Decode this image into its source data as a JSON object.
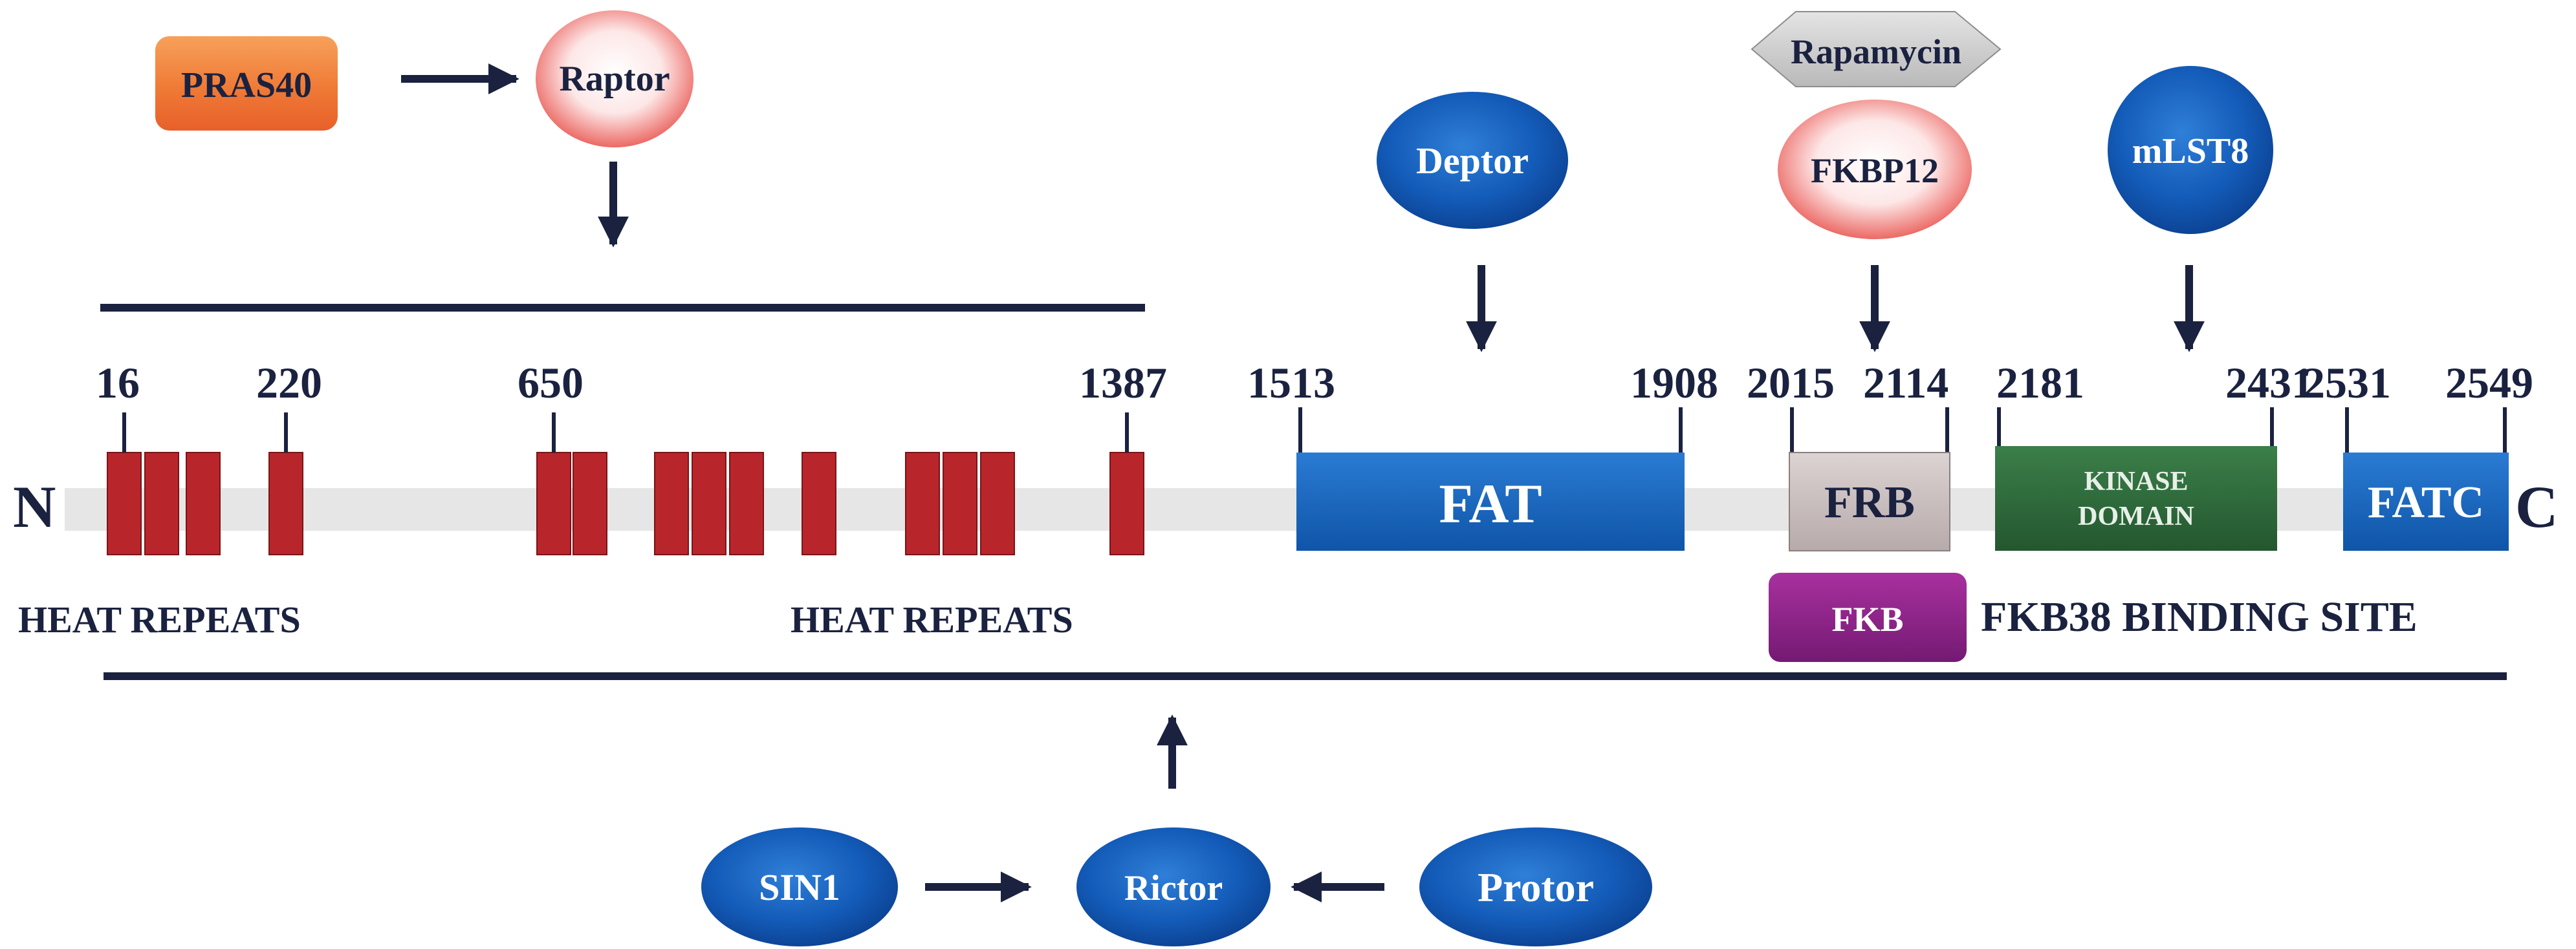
{
  "terminals": {
    "n": "N",
    "c": "C"
  },
  "regulators": {
    "pras40": "PRAS40",
    "raptor": "Raptor",
    "deptor": "Deptor",
    "rapamycin": "Rapamycin",
    "fkbp12": "FKBP12",
    "mlst8": "mLST8",
    "sin1": "SIN1",
    "rictor": "Rictor",
    "protor": "Protor"
  },
  "positions": {
    "p16": "16",
    "p220": "220",
    "p650": "650",
    "p1387": "1387",
    "p1513": "1513",
    "p1908": "1908",
    "p2015": "2015",
    "p2114": "2114",
    "p2181": "2181",
    "p2431": "2431",
    "p2531": "2531",
    "p2549": "2549"
  },
  "domains": {
    "fat": "FAT",
    "frb": "FRB",
    "kinase_line1": "KINASE",
    "kinase_line2": "DOMAIN",
    "fatc": "FATC",
    "fkb": "FKB"
  },
  "labels": {
    "heat_repeats_left": "HEAT REPEATS",
    "heat_repeats_mid": "HEAT REPEATS",
    "fkb38_site": "FKB38 BINDING SITE"
  },
  "colors": {
    "navy": "#1b2240",
    "heat_red": "#b8262b",
    "fat_blue": "#1466c0",
    "frb_gray": "#c9bfbf",
    "kinase_green": "#2e6b3b",
    "fatc_blue": "#1466c0",
    "fkb_purple": "#8e1f8c",
    "backbone": "#e6e6e6"
  }
}
